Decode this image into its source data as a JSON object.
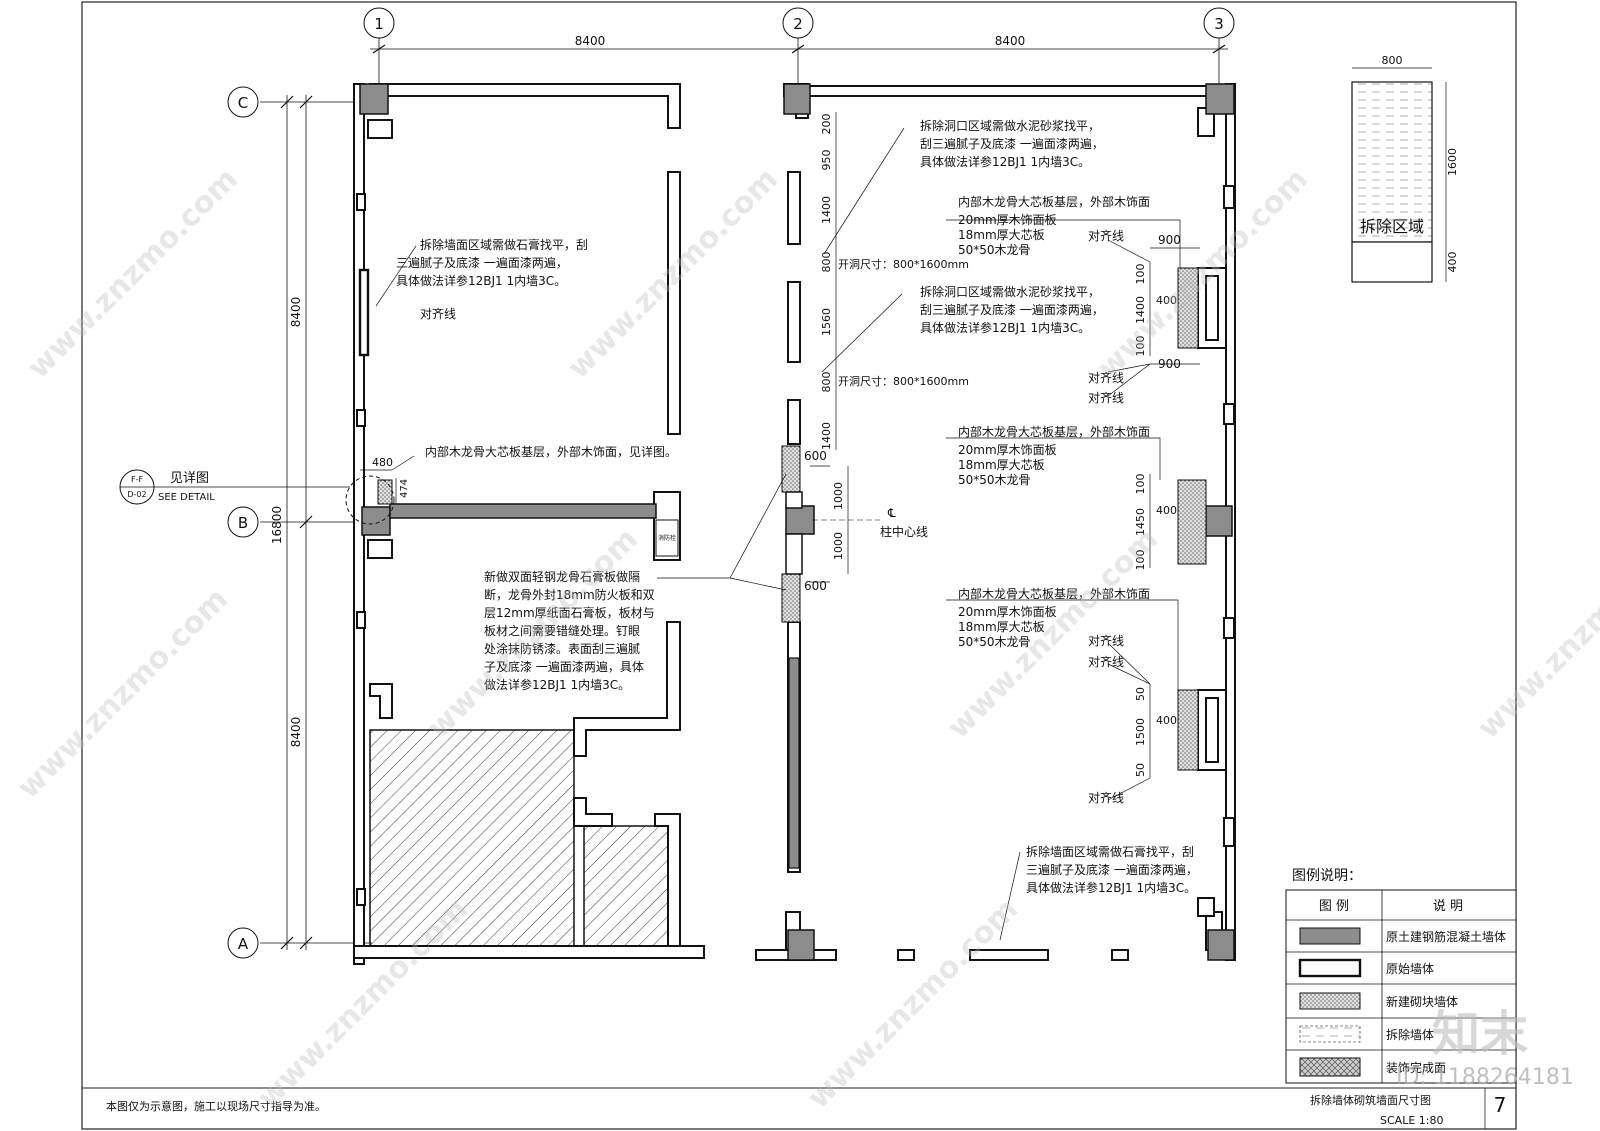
{
  "grid": {
    "columns": [
      "1",
      "2",
      "3"
    ],
    "rows": [
      "C",
      "B",
      "A"
    ]
  },
  "dims": {
    "bay_1_2": "8400",
    "bay_2_3": "8400",
    "span_c_b": "8400",
    "span_b_a": "8400",
    "span_total": "16800",
    "d480": "480",
    "d474": "474",
    "d200": "200",
    "d950": "950",
    "d1400a": "1400",
    "d800a": "800",
    "d1560": "1560",
    "d800b": "800",
    "d1400b": "1400",
    "d600a": "600",
    "d1000a": "1000",
    "d1000b": "1000",
    "d600b": "600",
    "d900a": "900",
    "d100a": "100",
    "d1400c": "1400",
    "d100b": "100",
    "d900b": "900",
    "d400a": "400",
    "d100c": "100",
    "d1450": "1450",
    "d100d": "100",
    "d400b": "400",
    "d50a": "50",
    "d1500": "1500",
    "d50b": "50",
    "d400c": "400"
  },
  "notes": {
    "wall_plaster_1": [
      "拆除墙面区域需做石膏找平，刮",
      "三遍腻子及底漆 一遍面漆两遍，",
      "具体做法详参12BJ1 1内墙3C。"
    ],
    "align_line": "对齐线",
    "inner_wood_detail": "内部木龙骨大芯板基层，外部木饰面，见详图。",
    "new_partition": [
      "新做双面轻钢龙骨石膏板做隔",
      "断，龙骨外封18mm防火板和双",
      "层12mm厚纸面石膏板，板材与",
      "板材之间需要错缝处理。钉眼",
      "处涂抹防锈漆。表面刮三遍腻",
      "子及底漆 一遍面漆两遍，具体",
      "做法详参12BJ1 1内墙3C。"
    ],
    "opening_plaster_1": [
      "拆除洞口区域需做水泥砂浆找平，",
      "刮三遍腻子及底漆 一遍面漆两遍，",
      "具体做法详参12BJ1 1内墙3C。"
    ],
    "opening_plaster_2": [
      "拆除洞口区域需做水泥砂浆找平，",
      "刮三遍腻子及底漆 一遍面漆两遍，",
      "具体做法详参12BJ1 1内墙3C。"
    ],
    "opening_size_1": "开洞尺寸：800*1600mm",
    "opening_size_2": "开洞尺寸：800*1600mm",
    "column_centerline": "柱中心线",
    "wood_finish_a": [
      "内部木龙骨大芯板基层，外部木饰面",
      "20mm厚木饰面板",
      "18mm厚大芯板",
      "50*50木龙骨"
    ],
    "wood_finish_b": [
      "内部木龙骨大芯板基层，外部木饰面",
      "20mm厚木饰面板",
      "18mm厚大芯板",
      "50*50木龙骨"
    ],
    "wood_finish_c": [
      "内部木龙骨大芯板基层，外部木饰面",
      "20mm厚木饰面板",
      "18mm厚大芯板",
      "50*50木龙骨"
    ],
    "wall_plaster_2": [
      "拆除墙面区域需做石膏找平，刮",
      "三遍腻子及底漆 一遍面漆两遍，",
      "具体做法详参12BJ1 1内墙3C。"
    ],
    "see_detail_cn": "见详图",
    "see_detail_en": "SEE DETAIL",
    "detail_ref_top": "F-F",
    "detail_ref_bottom": "D-02",
    "fire_stair": "消防栓",
    "footer_note": "本图仅为示意图，施工以现场尺寸指导为准。"
  },
  "demo_box": {
    "width": "800",
    "height": "1600",
    "bottom": "400",
    "label": "拆除区域"
  },
  "legend": {
    "title": "图例说明：",
    "col_symbol": "图 例",
    "col_desc": "说 明",
    "items": [
      "原土建钢筋混凝土墙体",
      "原始墙体",
      "新建砌块墙体",
      "拆除墙体",
      "装饰完成面"
    ]
  },
  "title_block": {
    "drawing_title": "拆除墙体砌筑墙面尺寸图",
    "scale": "SCALE 1:80",
    "page": "7"
  },
  "watermark": {
    "brand": "知末",
    "site": "www.znzmo.com",
    "id": "ID: 1188264181"
  },
  "colors": {
    "concrete": "#8c8c8c",
    "line": "#111111",
    "watermark": "#bbbbbb"
  }
}
